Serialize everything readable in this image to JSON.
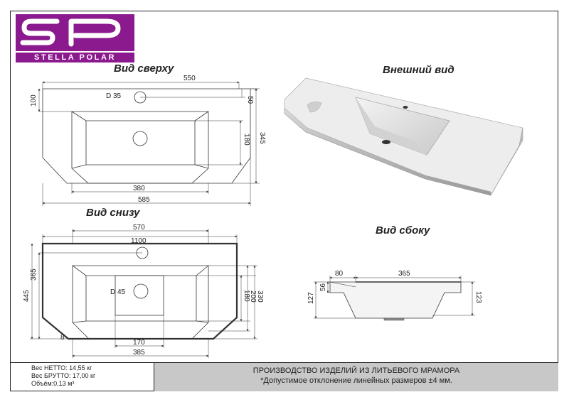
{
  "logo": {
    "mark": "SP",
    "name": "STELLA POLAR",
    "color": "#8b1a8f"
  },
  "views": {
    "top": "Вид сверху",
    "bottom": "Вид снизу",
    "external": "Внешний вид",
    "side": "Вид сбоку"
  },
  "dims_top": {
    "d550": "550",
    "d50": "50",
    "d100": "100",
    "hole": "D 35",
    "d180": "180",
    "d345": "345",
    "d380": "380",
    "d585": "585"
  },
  "dims_bottom": {
    "d570": "570",
    "d1100": "1100",
    "d365": "365",
    "d445": "445",
    "hole": "D 45",
    "d180": "180",
    "d200": "200",
    "d330": "330",
    "d8": "8",
    "d170": "170",
    "d385": "385"
  },
  "dims_side": {
    "d80": "80",
    "d365": "365",
    "d56": "56",
    "d127": "127",
    "d123": "123"
  },
  "specs": {
    "net": "Вес НЕТТО: 14,55 кг",
    "gross": "Вес БРУТТО: 17,00 кг",
    "volume": "Объём:0,13 м³"
  },
  "footer": {
    "line1": "ПРОИЗВОДСТВО ИЗДЕЛИЙ ИЗ ЛИТЬЕВОГО МРАМОРА",
    "line2": "*Допустимое отклонение линейных размеров ±4 мм."
  }
}
